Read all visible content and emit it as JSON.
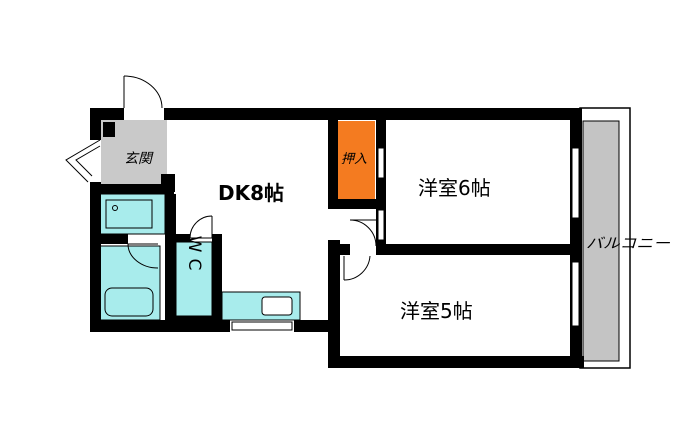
{
  "rooms": {
    "dk": "DK8帖",
    "western_6": "洋室6帖",
    "western_5": "洋室5帖",
    "entrance": "玄関",
    "closet": "押入",
    "wc": "WC",
    "balcony": "バルコニー"
  },
  "colors": {
    "wall": "#000000",
    "entrance_floor": "#c9c9c9",
    "water_fixtures": "#a8ecec",
    "closet": "#f47b20",
    "balcony": "#c4c4c4",
    "background": "#ffffff"
  }
}
